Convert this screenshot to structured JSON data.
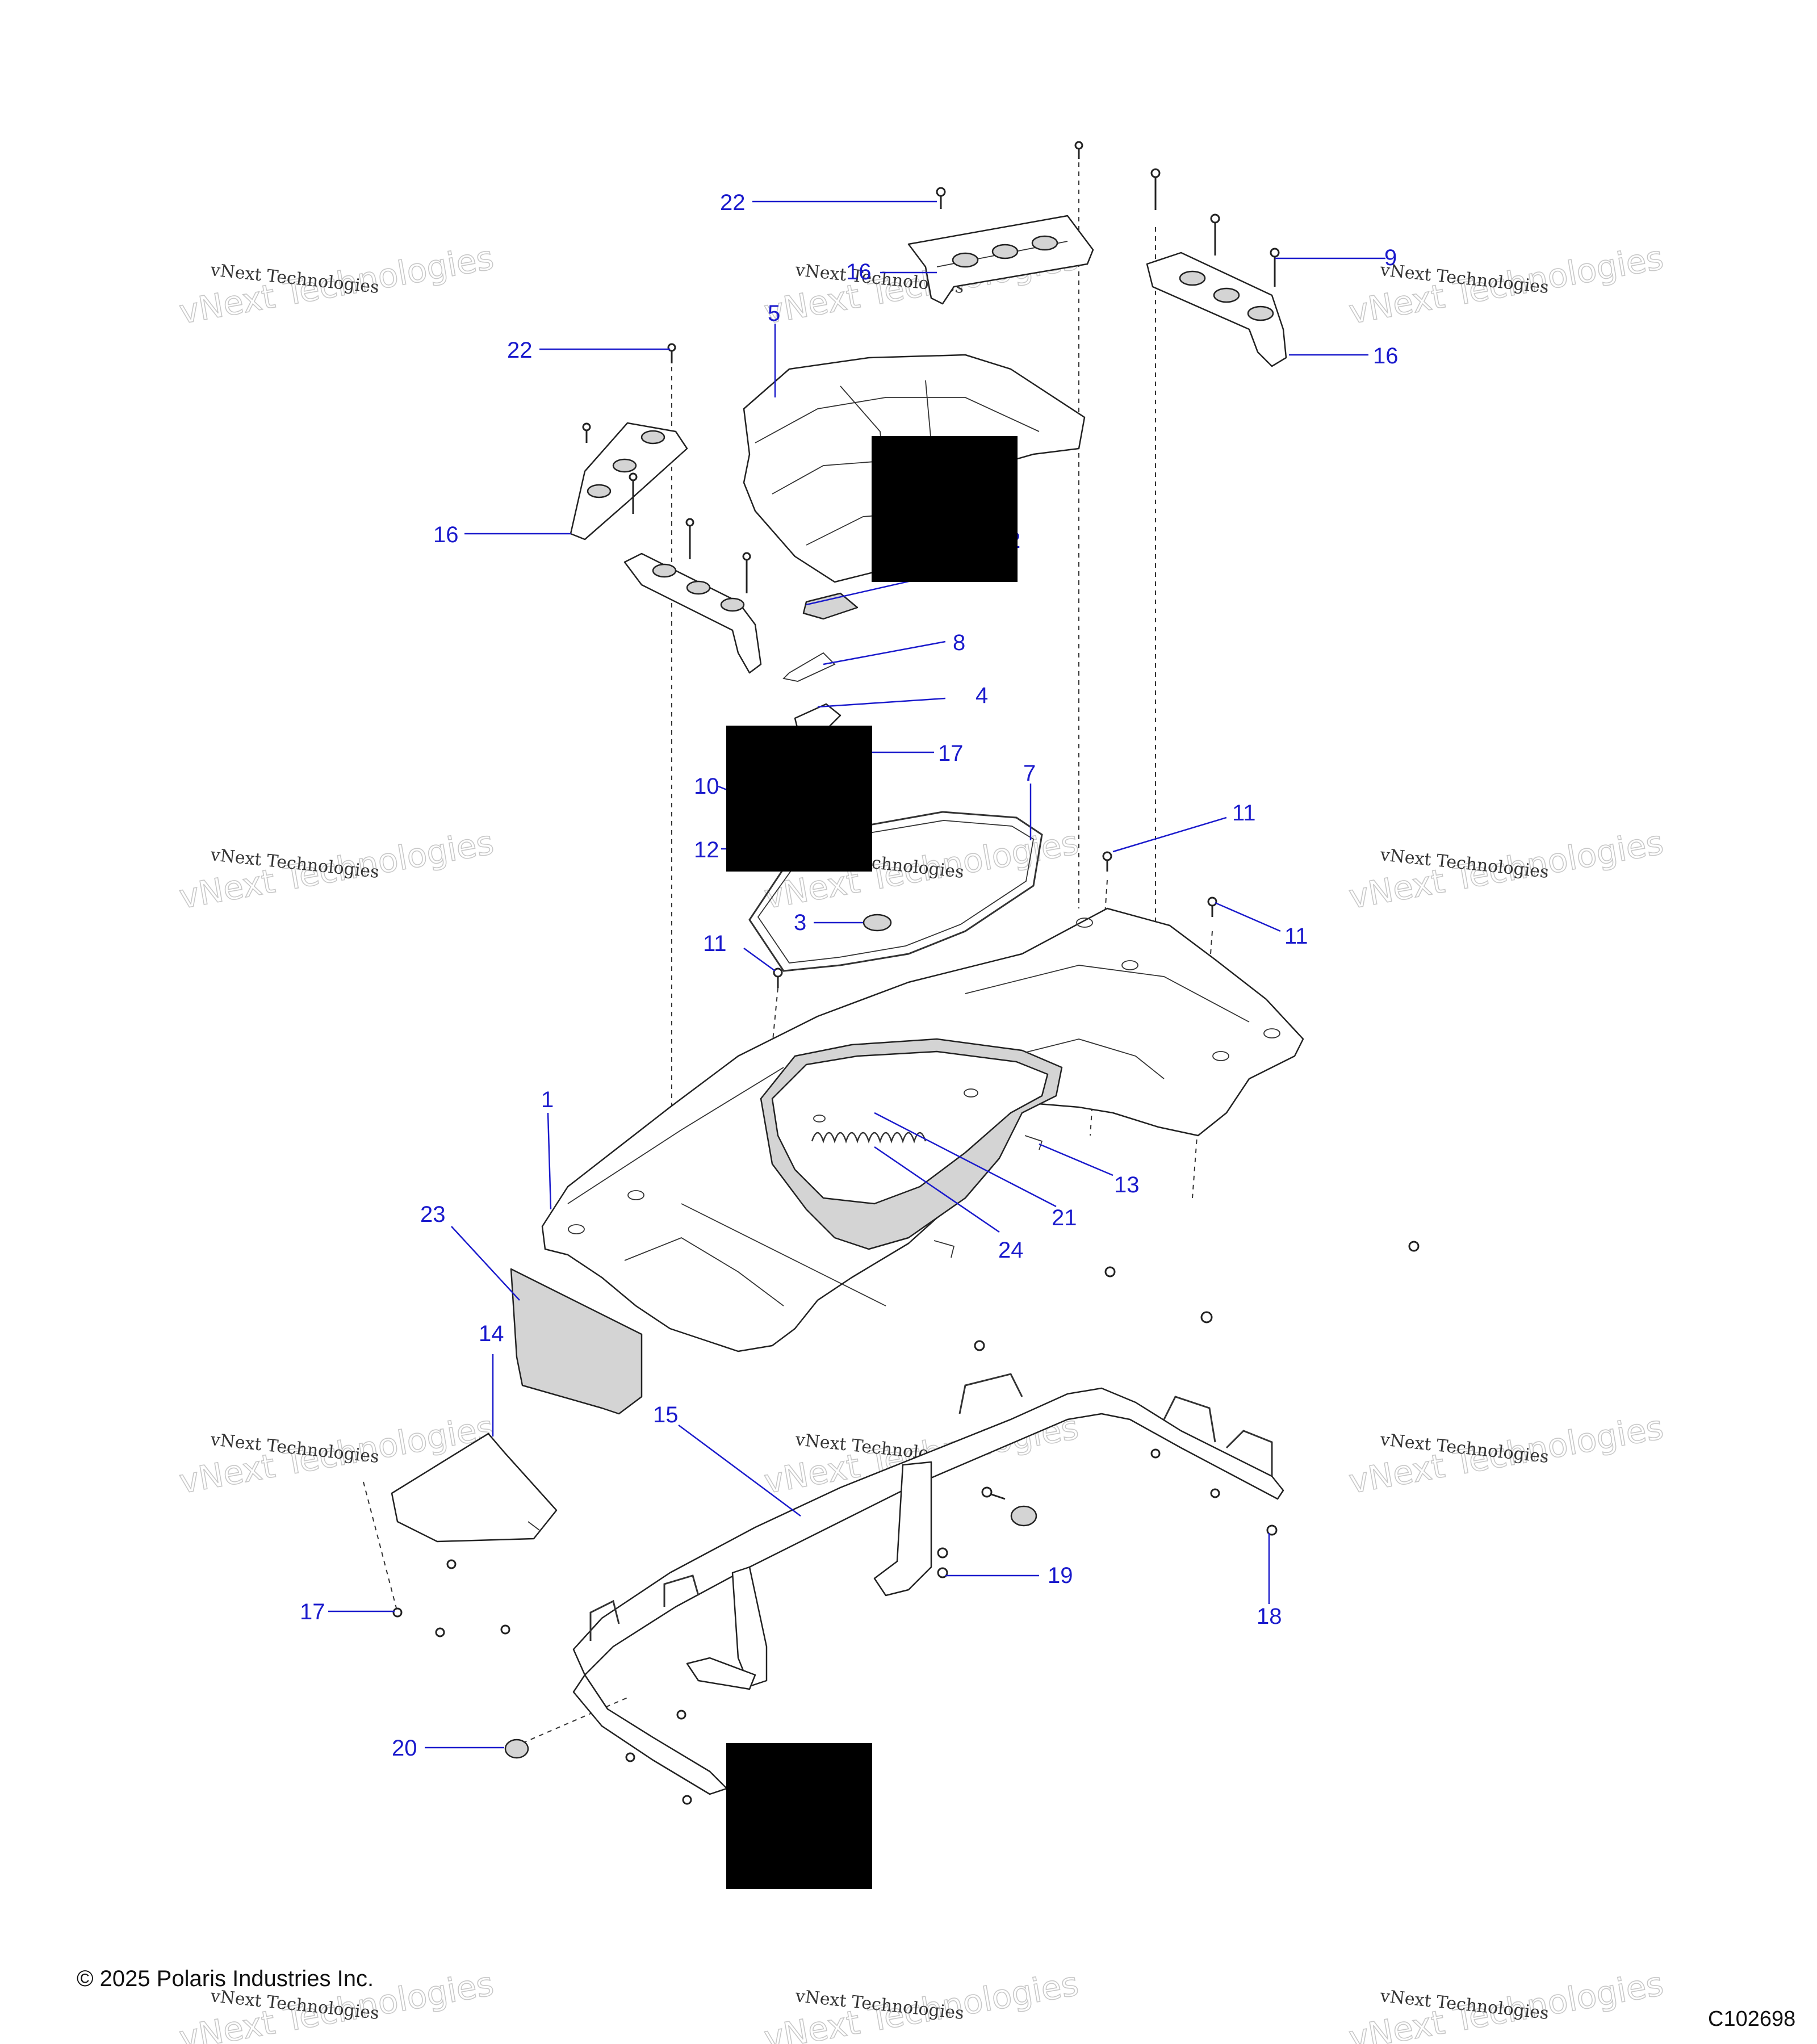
{
  "copyright": "© 2025 Polaris Industries Inc.",
  "figure_id": "C102698",
  "watermark": "vNext Technologies",
  "callouts": [
    {
      "id": "c22a",
      "label": "22"
    },
    {
      "id": "c16a",
      "label": "16"
    },
    {
      "id": "c9",
      "label": "9"
    },
    {
      "id": "c16b",
      "label": "16"
    },
    {
      "id": "c5",
      "label": "5"
    },
    {
      "id": "c22b",
      "label": "22"
    },
    {
      "id": "c16c",
      "label": "16"
    },
    {
      "id": "c2",
      "label": "2"
    },
    {
      "id": "c8",
      "label": "8"
    },
    {
      "id": "c4",
      "label": "4"
    },
    {
      "id": "c17a",
      "label": "17"
    },
    {
      "id": "c10",
      "label": "10"
    },
    {
      "id": "c7",
      "label": "7"
    },
    {
      "id": "c12",
      "label": "12"
    },
    {
      "id": "c11a",
      "label": "11"
    },
    {
      "id": "c11b",
      "label": "11"
    },
    {
      "id": "c3",
      "label": "3"
    },
    {
      "id": "c11c",
      "label": "11"
    },
    {
      "id": "c1",
      "label": "1"
    },
    {
      "id": "c13",
      "label": "13"
    },
    {
      "id": "c21",
      "label": "21"
    },
    {
      "id": "c24",
      "label": "24"
    },
    {
      "id": "c23",
      "label": "23"
    },
    {
      "id": "c14",
      "label": "14"
    },
    {
      "id": "c15",
      "label": "15"
    },
    {
      "id": "c19",
      "label": "19"
    },
    {
      "id": "c18",
      "label": "18"
    },
    {
      "id": "c17b",
      "label": "17"
    },
    {
      "id": "c20",
      "label": "20"
    }
  ]
}
